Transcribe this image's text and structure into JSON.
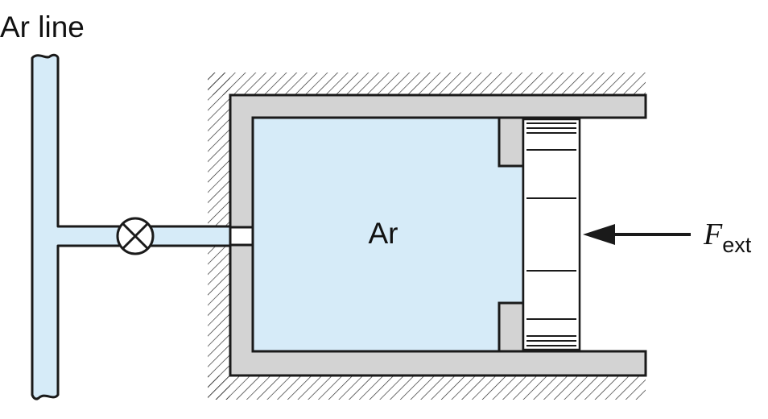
{
  "labels": {
    "line_label": "Ar line",
    "gas_label": "Ar",
    "force_symbol": "F",
    "force_subscript": "ext"
  },
  "colors": {
    "gas_fill": "#d6ebf8",
    "wall_fill": "#d3d3d3",
    "outline": "#1a1a1a",
    "piston_fill": "#ffffff"
  },
  "icons": {
    "valve": "valve-cross-icon",
    "arrow": "arrow-left-icon"
  }
}
